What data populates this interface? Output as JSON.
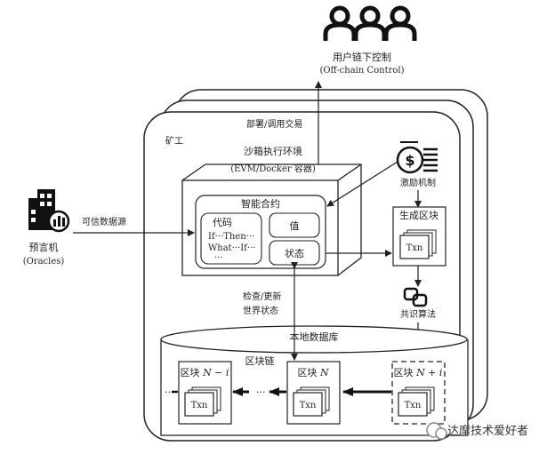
{
  "users": {
    "label_cn": "用户链下控制",
    "label_en": "(Off-chain Control)"
  },
  "deploy_label": "部署/调用交易",
  "miner_label": "矿工",
  "sandbox": {
    "label_cn": "沙箱执行环境",
    "label_en": "(EVM/Docker 容器)"
  },
  "smart_contract": {
    "title": "智能合约",
    "code_title": "代码",
    "code_line1": "If···Then···",
    "code_line2": "What···If···",
    "code_line3": "···",
    "value": "值",
    "state": "状态"
  },
  "incentive": "激励机制",
  "oracle": {
    "label_cn": "预言机",
    "label_en": "(Oracles)",
    "link": "可信数据源"
  },
  "generate_block": {
    "title": "生成区块",
    "txn": "Txn"
  },
  "consensus": "共识算法",
  "check_update": {
    "line1": "检查/更新",
    "line2": "世界状态"
  },
  "local_db": "本地数据库",
  "blockchain": {
    "title": "区块链",
    "block_ni_prefix": "区块 ",
    "block_ni_var": "N − i",
    "block_n_prefix": "区块 ",
    "block_n_var": "N",
    "block_npi_prefix": "区块 ",
    "block_npi_var": "N + i",
    "txn": "Txn",
    "ellipsis": "···"
  },
  "watermark": "达摩技术爱好者"
}
